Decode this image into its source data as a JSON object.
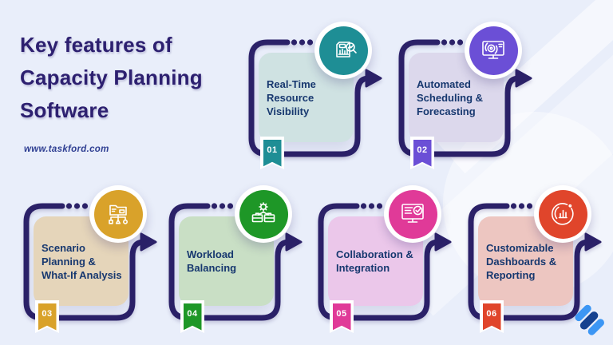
{
  "header": {
    "title_lines": [
      "Key features of",
      "Capacity Planning",
      "Software"
    ],
    "website": "www.taskford.com"
  },
  "cards": [
    {
      "number": "01",
      "title": "Real-Time Resource Visibility",
      "icon": "analytics-magnifier-icon",
      "accent": "#1e8e95",
      "card_bg": "#cfe2e2",
      "badge": "#1e8e95"
    },
    {
      "number": "02",
      "title": "Automated Scheduling & Forecasting",
      "icon": "automation-monitor-icon",
      "accent": "#6b4fd6",
      "card_bg": "#dcd8ec",
      "badge": "#6b4fd6"
    },
    {
      "number": "03",
      "title": "Scenario Planning & What-If Analysis",
      "icon": "scenario-folder-icon",
      "accent": "#d9a22a",
      "card_bg": "#e5d5ba",
      "badge": "#d9a22a"
    },
    {
      "number": "04",
      "title": "Workload Balancing",
      "icon": "workload-gear-icon",
      "accent": "#1e9727",
      "card_bg": "#c9dfc5",
      "badge": "#1e9727"
    },
    {
      "number": "05",
      "title": "Collaboration & Integration",
      "icon": "collaboration-check-icon",
      "accent": "#e03a98",
      "card_bg": "#ebc7ea",
      "badge": "#e03a98"
    },
    {
      "number": "06",
      "title": "Customizable Dashboards & Reporting",
      "icon": "dashboard-chart-icon",
      "accent": "#e0452b",
      "card_bg": "#edc6c1",
      "badge": "#e0452b"
    }
  ],
  "colors": {
    "background": "#e9eefa",
    "connector": "#2b2168",
    "heading": "#2d2070",
    "card_title": "#17386f",
    "website": "#2e3e92",
    "logo_light_blue": "#3c96f4",
    "logo_dark_blue": "#16418f"
  }
}
